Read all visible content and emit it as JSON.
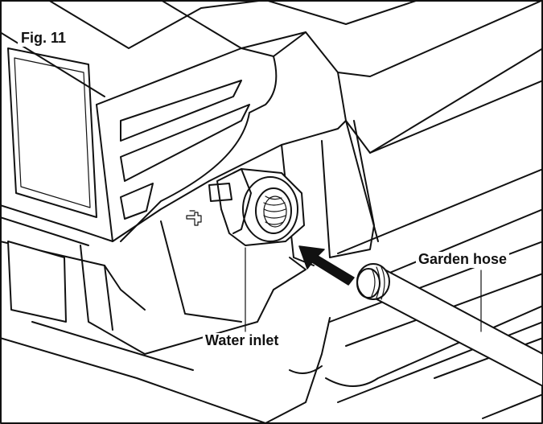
{
  "figure": {
    "number_label": "Fig. 11"
  },
  "callouts": {
    "water_inlet": "Water inlet",
    "garden_hose": "Garden hose"
  },
  "colors": {
    "line": "#111111",
    "background": "#ffffff"
  },
  "icons": {
    "faucet_symbol": "faucet-icon",
    "insert_arrow": "arrow-icon"
  }
}
